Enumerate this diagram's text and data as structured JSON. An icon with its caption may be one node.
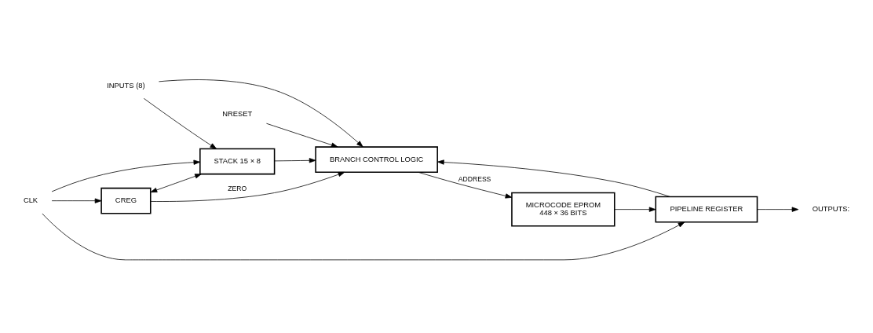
{
  "diagram": {
    "nodes": [
      {
        "text": [
          "NRESET"
        ]
      },
      {
        "text": [
          "INPUTS (8)"
        ]
      },
      {
        "text": [
          "BRANCH CONTROL LOGIC"
        ]
      },
      {
        "text": [
          "CREG"
        ]
      },
      {
        "text": [
          "STACK 15 × 8"
        ]
      },
      {
        "text": [
          "MICROCODE EPROM",
          "448 × 36 BITS"
        ]
      },
      {
        "text": [
          "PIPELINE REGISTER"
        ]
      },
      {
        "text": [
          "CLK"
        ]
      },
      {
        "text": [
          "OUTPUTS:"
        ]
      }
    ],
    "edges": [
      {
        "from": 0,
        "to": 2,
        "arrow": "to"
      },
      {
        "from": 1,
        "to": 2,
        "arrow": "to"
      },
      {
        "from": 1,
        "to": 4,
        "arrow": "to"
      },
      {
        "from": 3,
        "to": 2,
        "arrow": "to",
        "label": "ZERO"
      },
      {
        "from": 3,
        "to": 4,
        "arrow": "both"
      },
      {
        "from": 4,
        "to": 2,
        "arrow": "to"
      },
      {
        "from": 2,
        "to": 5,
        "arrow": "to",
        "label": "ADDRESS"
      },
      {
        "from": 5,
        "to": 6,
        "arrow": "to"
      },
      {
        "from": 6,
        "to": 2,
        "arrow": "to"
      },
      {
        "from": 6,
        "to": 8,
        "arrow": "to"
      },
      {
        "from": 7,
        "to": 6,
        "arrow": "to"
      },
      {
        "from": 7,
        "to": 4,
        "arrow": "to"
      },
      {
        "from": 7,
        "to": 3,
        "arrow": "to"
      }
    ]
  }
}
